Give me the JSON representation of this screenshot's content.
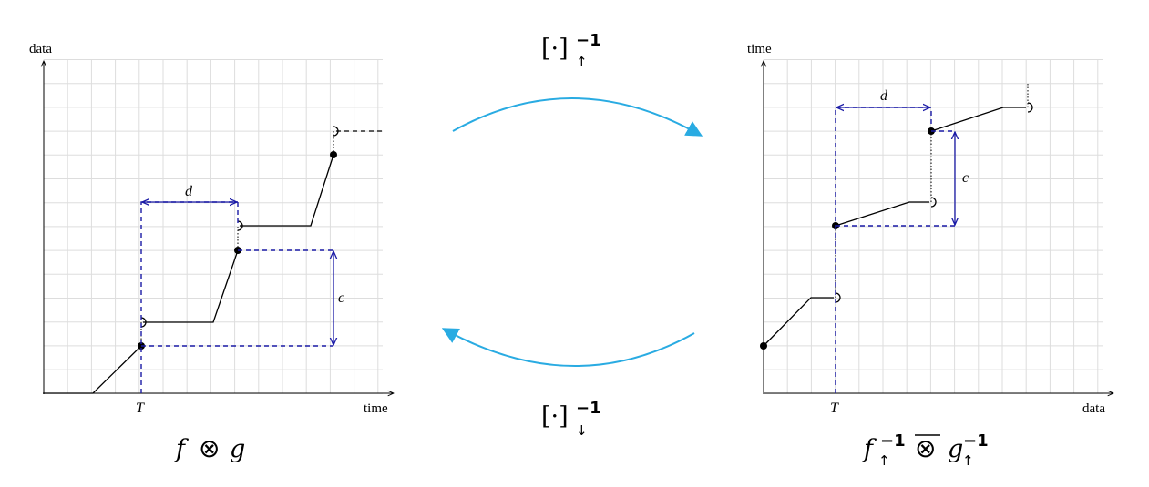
{
  "left_panel": {
    "y_axis_label": "data",
    "x_axis_label": "time",
    "t_label": "T",
    "d_label": "d",
    "c_label": "c",
    "caption": {
      "f": "f",
      "op": "⊗",
      "g": "g"
    }
  },
  "right_panel": {
    "y_axis_label": "time",
    "x_axis_label": "data",
    "t_label": "T",
    "d_label": "d",
    "c_label": "c",
    "caption": {
      "f": "f",
      "inv": "−1",
      "arrow": "↑",
      "op": "⊗",
      "g": "g"
    }
  },
  "top_transform": {
    "bracket": "[·]",
    "sup": "−1",
    "sub": "↑"
  },
  "bottom_transform": {
    "bracket": "[·]",
    "sup": "−1",
    "sub": "↓"
  },
  "colors": {
    "curve": "#000000",
    "dashed": "#1a1aa6",
    "transform_arrow": "#29abe2",
    "grid": "#dddddd"
  }
}
